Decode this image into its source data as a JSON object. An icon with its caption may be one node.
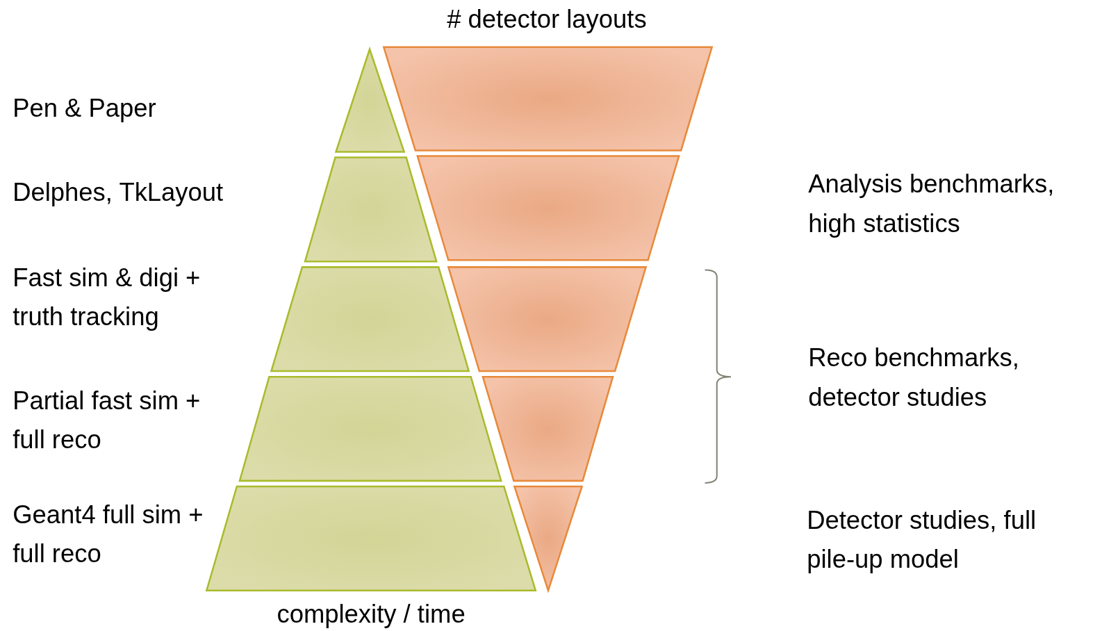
{
  "diagram": {
    "labels": [
      "# detector layouts",
      "Pen & Paper",
      "Delphes, TkLayout",
      "Analysis benchmarks, high statistics",
      "Fast sim & digi + truth tracking",
      "Reco benchmarks, detector studies",
      "Partial fast sim + full reco",
      "Geant4 full sim + full reco",
      "Detector studies, full pile-up model",
      "complexity / time"
    ]
  }
}
